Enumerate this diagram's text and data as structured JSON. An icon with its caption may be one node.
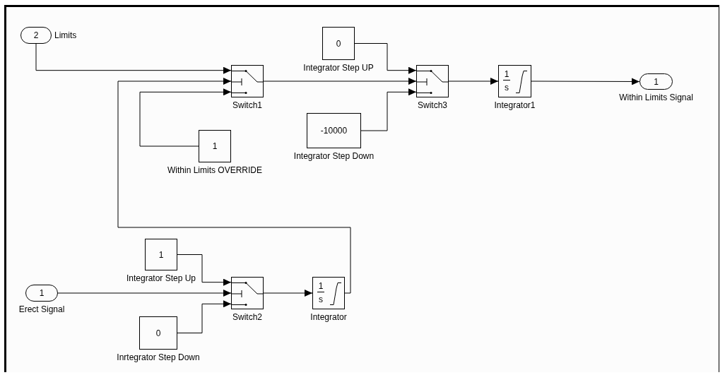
{
  "diagram": {
    "nodes": [
      {
        "text": [
          "2",
          "Limits"
        ]
      },
      {
        "text": [
          "0",
          "Integrator Step UP"
        ]
      },
      {
        "text": [
          "Switch1"
        ]
      },
      {
        "text": [
          "Switch3"
        ]
      },
      {
        "text": [
          "1",
          "s",
          "Integrator1"
        ]
      },
      {
        "text": [
          "1",
          "Within Limits Signal"
        ]
      },
      {
        "text": [
          "-10000",
          "Integrator Step Down"
        ]
      },
      {
        "text": [
          "1",
          "Within Limits OVERRIDE"
        ]
      },
      {
        "text": [
          "1",
          "Integrator Step Up"
        ]
      },
      {
        "text": [
          "1",
          "Erect Signal"
        ]
      },
      {
        "text": [
          "Switch2"
        ]
      },
      {
        "text": [
          "1",
          "s",
          "Integrator"
        ]
      },
      {
        "text": [
          "0",
          "Inrtegrator Step Down"
        ]
      }
    ],
    "edges": [
      {
        "from": 0,
        "to": 2,
        "arrow": "to"
      },
      {
        "from": 11,
        "to": 2,
        "arrow": "to"
      },
      {
        "from": 7,
        "to": 2,
        "arrow": "to"
      },
      {
        "from": 1,
        "to": 3,
        "arrow": "to"
      },
      {
        "from": 2,
        "to": 3,
        "arrow": "to"
      },
      {
        "from": 6,
        "to": 3,
        "arrow": "to"
      },
      {
        "from": 3,
        "to": 4,
        "arrow": "to"
      },
      {
        "from": 4,
        "to": 5,
        "arrow": "to"
      },
      {
        "from": 8,
        "to": 10,
        "arrow": "to"
      },
      {
        "from": 9,
        "to": 10,
        "arrow": "to"
      },
      {
        "from": 12,
        "to": 10,
        "arrow": "to"
      },
      {
        "from": 10,
        "to": 11,
        "arrow": "to"
      }
    ]
  }
}
